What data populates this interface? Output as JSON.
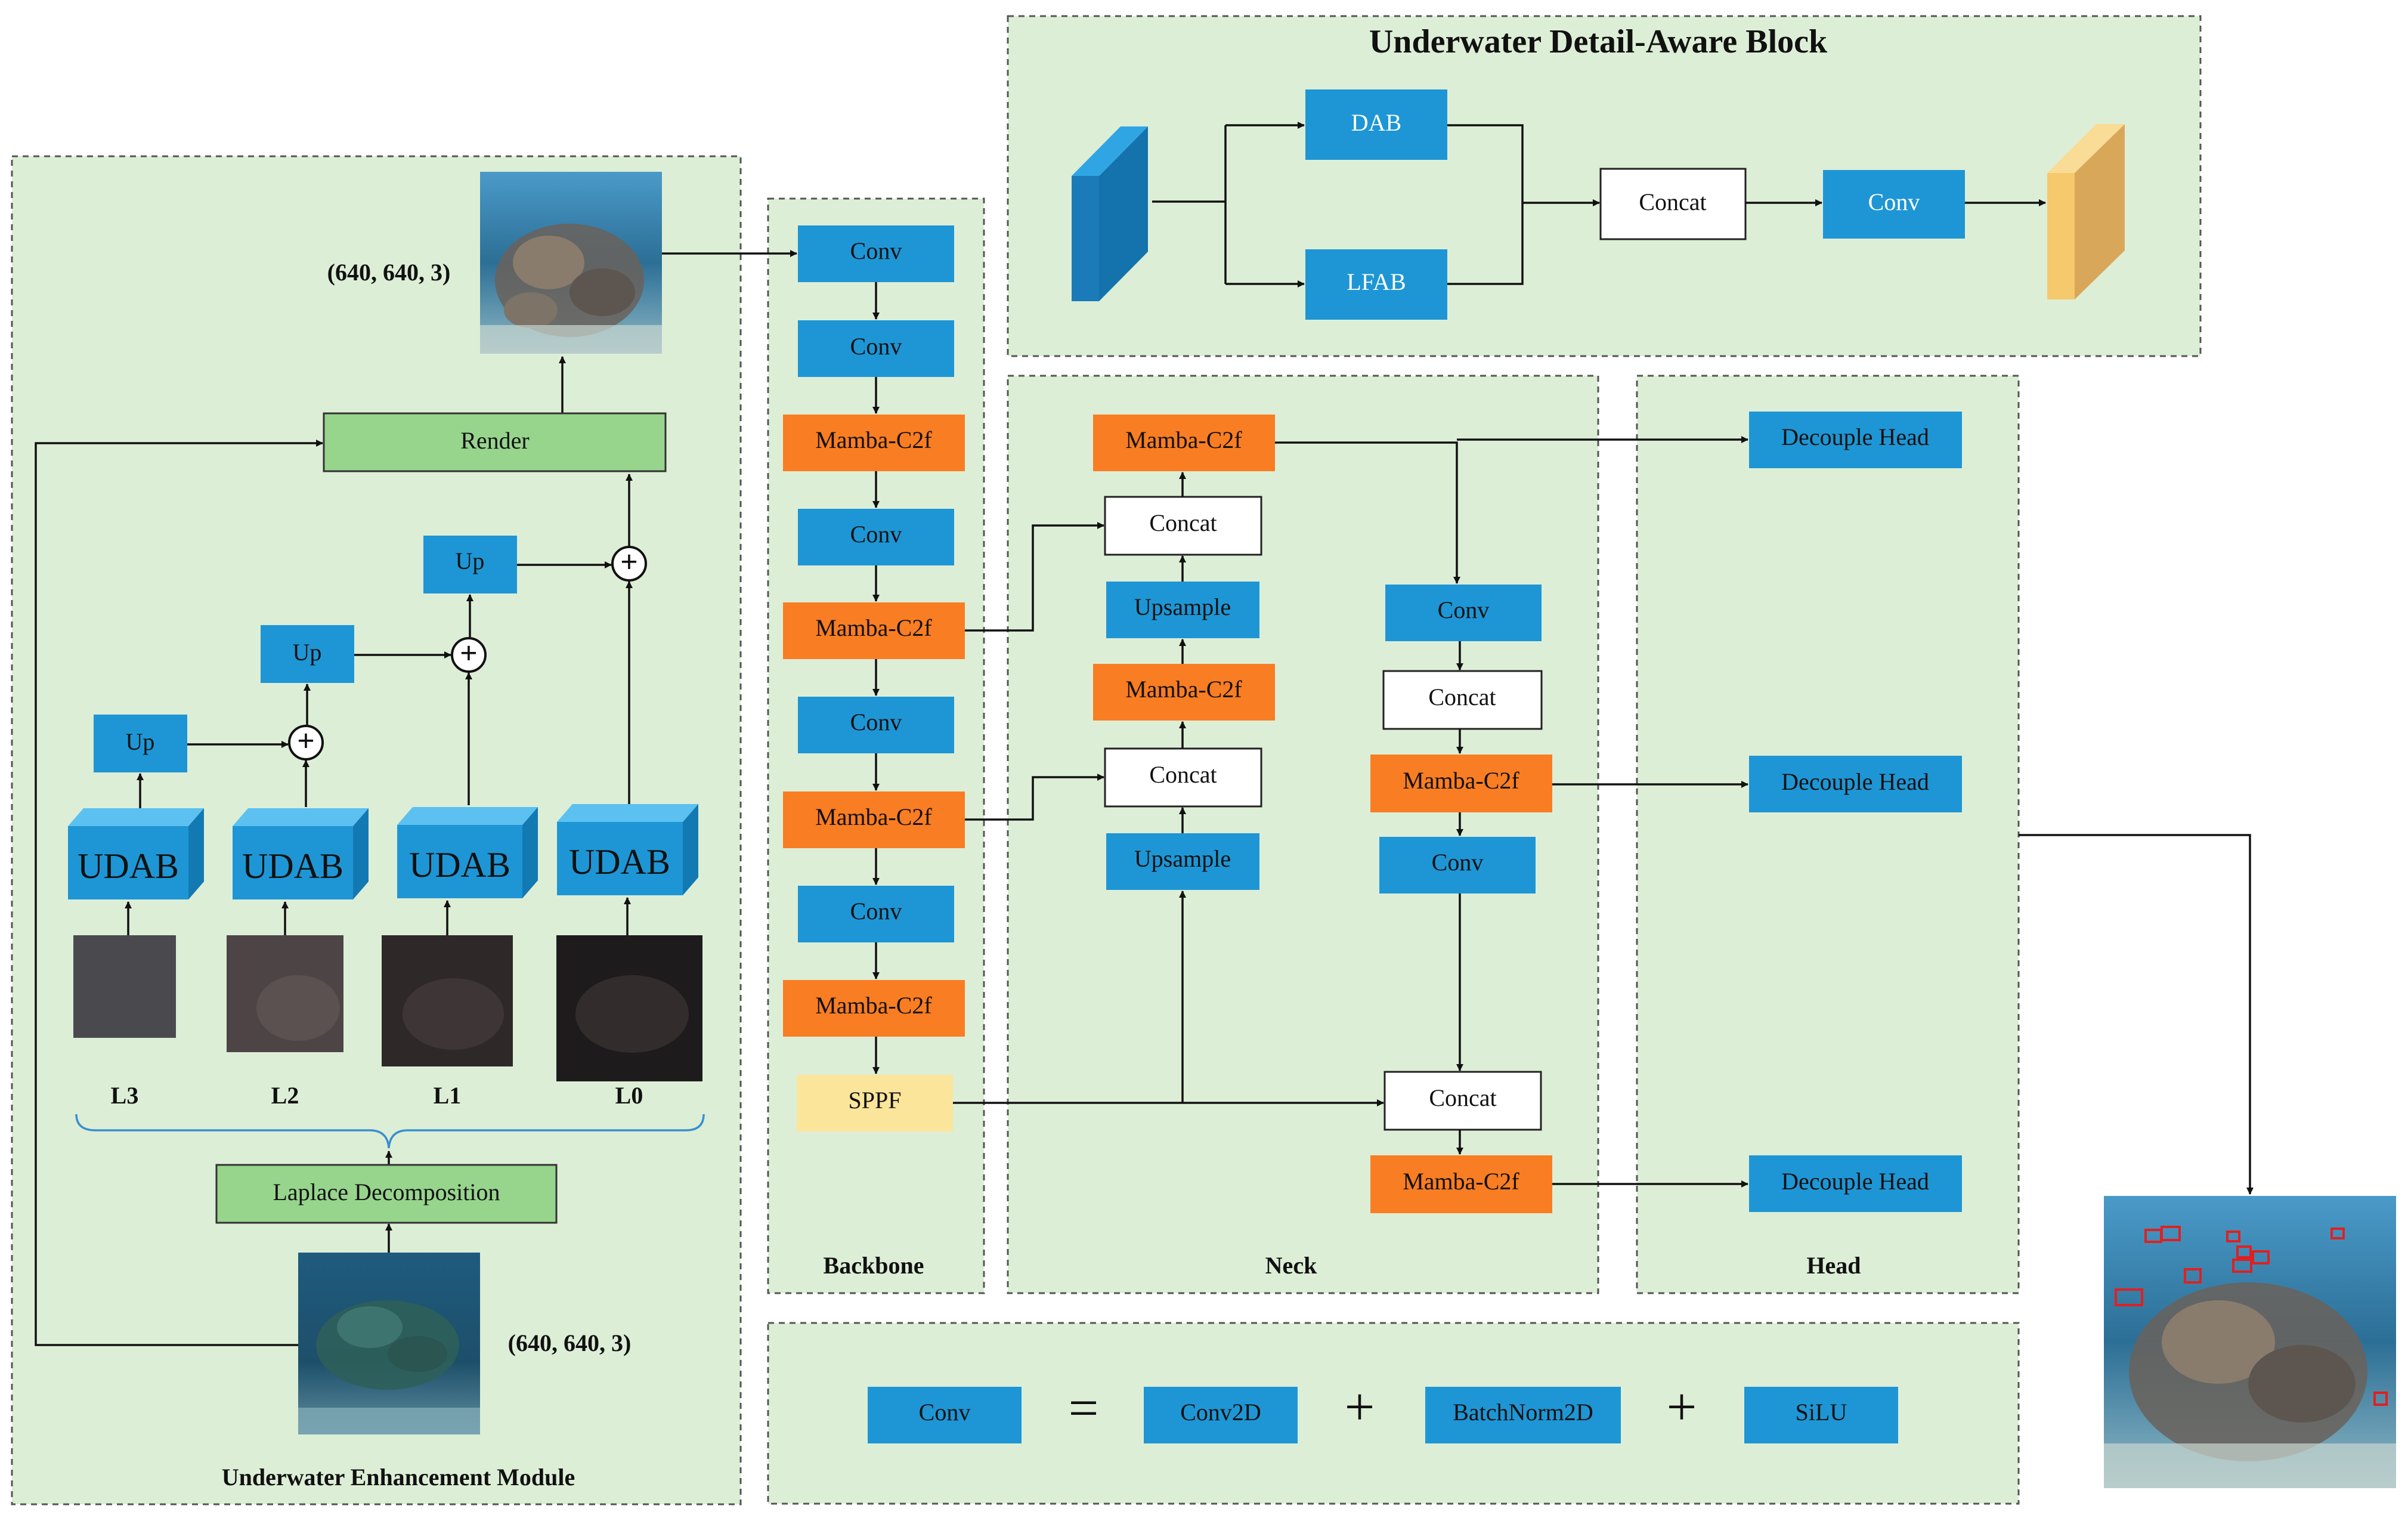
{
  "uda_block": {
    "title": "Underwater Detail-Aware Block",
    "dab": "DAB",
    "lfab": "LFAB",
    "concat": "Concat",
    "conv": "Conv"
  },
  "enhancement": {
    "title": "Underwater Enhancement Module",
    "render": "Render",
    "up": [
      "Up",
      "Up",
      "Up"
    ],
    "udab": [
      "UDAB",
      "UDAB",
      "UDAB",
      "UDAB"
    ],
    "levels": [
      "L3",
      "L2",
      "L1",
      "L0"
    ],
    "laplace": "Laplace Decomposition",
    "out_shape": "(640, 640, 3)",
    "in_shape": "(640, 640, 3)"
  },
  "backbone": {
    "title": "Backbone",
    "blocks": [
      "Conv",
      "Conv",
      "Mamba-C2f",
      "Conv",
      "Mamba-C2f",
      "Conv",
      "Mamba-C2f",
      "Conv",
      "Mamba-C2f",
      "SPPF"
    ]
  },
  "neck": {
    "title": "Neck",
    "left": [
      "Mamba-C2f",
      "Concat",
      "Upsample",
      "Mamba-C2f",
      "Concat",
      "Upsample"
    ],
    "right": [
      "Conv",
      "Concat",
      "Mamba-C2f",
      "Conv",
      "Concat",
      "Mamba-C2f"
    ]
  },
  "head": {
    "title": "Head",
    "blocks": [
      "Decouple Head",
      "Decouple Head",
      "Decouple Head"
    ]
  },
  "legend": {
    "conv": "Conv",
    "equals": "=",
    "conv2d": "Conv2D",
    "plus1": "+",
    "batchnorm": "BatchNorm2D",
    "plus2": "+",
    "silu": "SiLU"
  },
  "colors": {
    "panel": "#ddeed7",
    "conv_blue": "#1e96d5",
    "mamba_orange": "#f97d22",
    "render_green": "#97d58d",
    "sppf_yellow": "#fbe59a",
    "output_feature": "#f5c96c"
  }
}
